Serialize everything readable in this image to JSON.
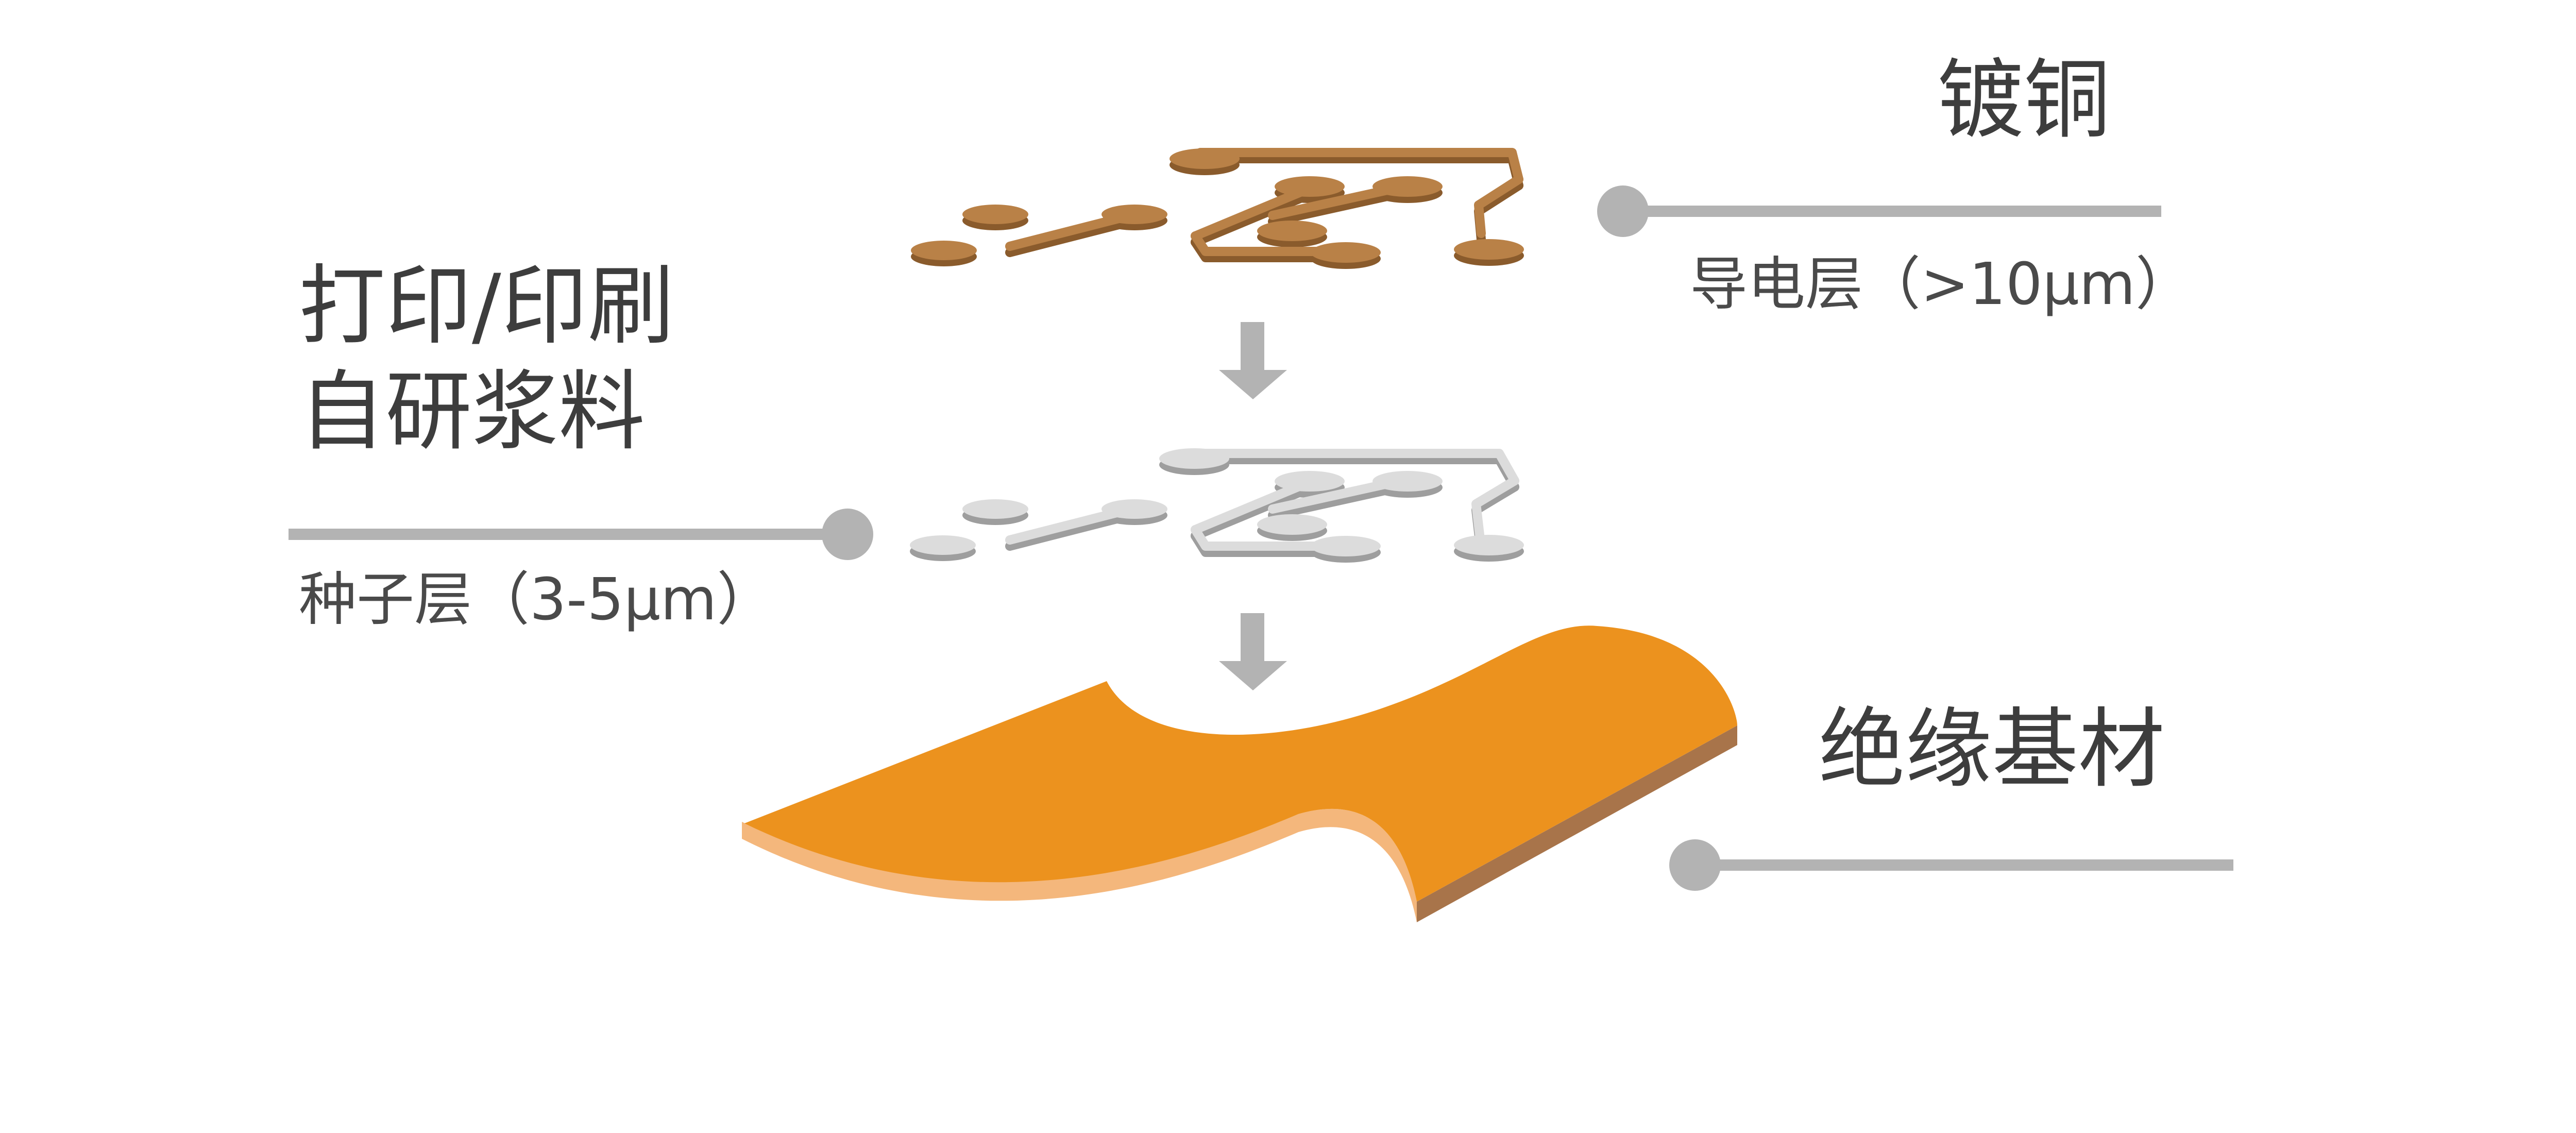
{
  "labels": {
    "copper_plating": "镀铜",
    "conductive_layer": "导电层（>10μm）",
    "print_line1": "打印/印刷",
    "print_line2": "自研浆料",
    "seed_layer": "种子层（3-5μm）",
    "insulating_substrate": "绝缘基材"
  },
  "colors": {
    "copper_top": "#b98147",
    "copper_side": "#8a5b2c",
    "silver_top": "#dcdcdc",
    "silver_side": "#9e9e9e",
    "substrate_top": "#ec921e",
    "substrate_edge_light": "#f4b77c",
    "substrate_edge_dark": "#a8744a",
    "connector_gray": "#b3b3b3",
    "text": "#3d3d3d"
  },
  "icons": {
    "arrow": "down-arrow-icon",
    "connector_dot": "circle-dot-icon"
  }
}
